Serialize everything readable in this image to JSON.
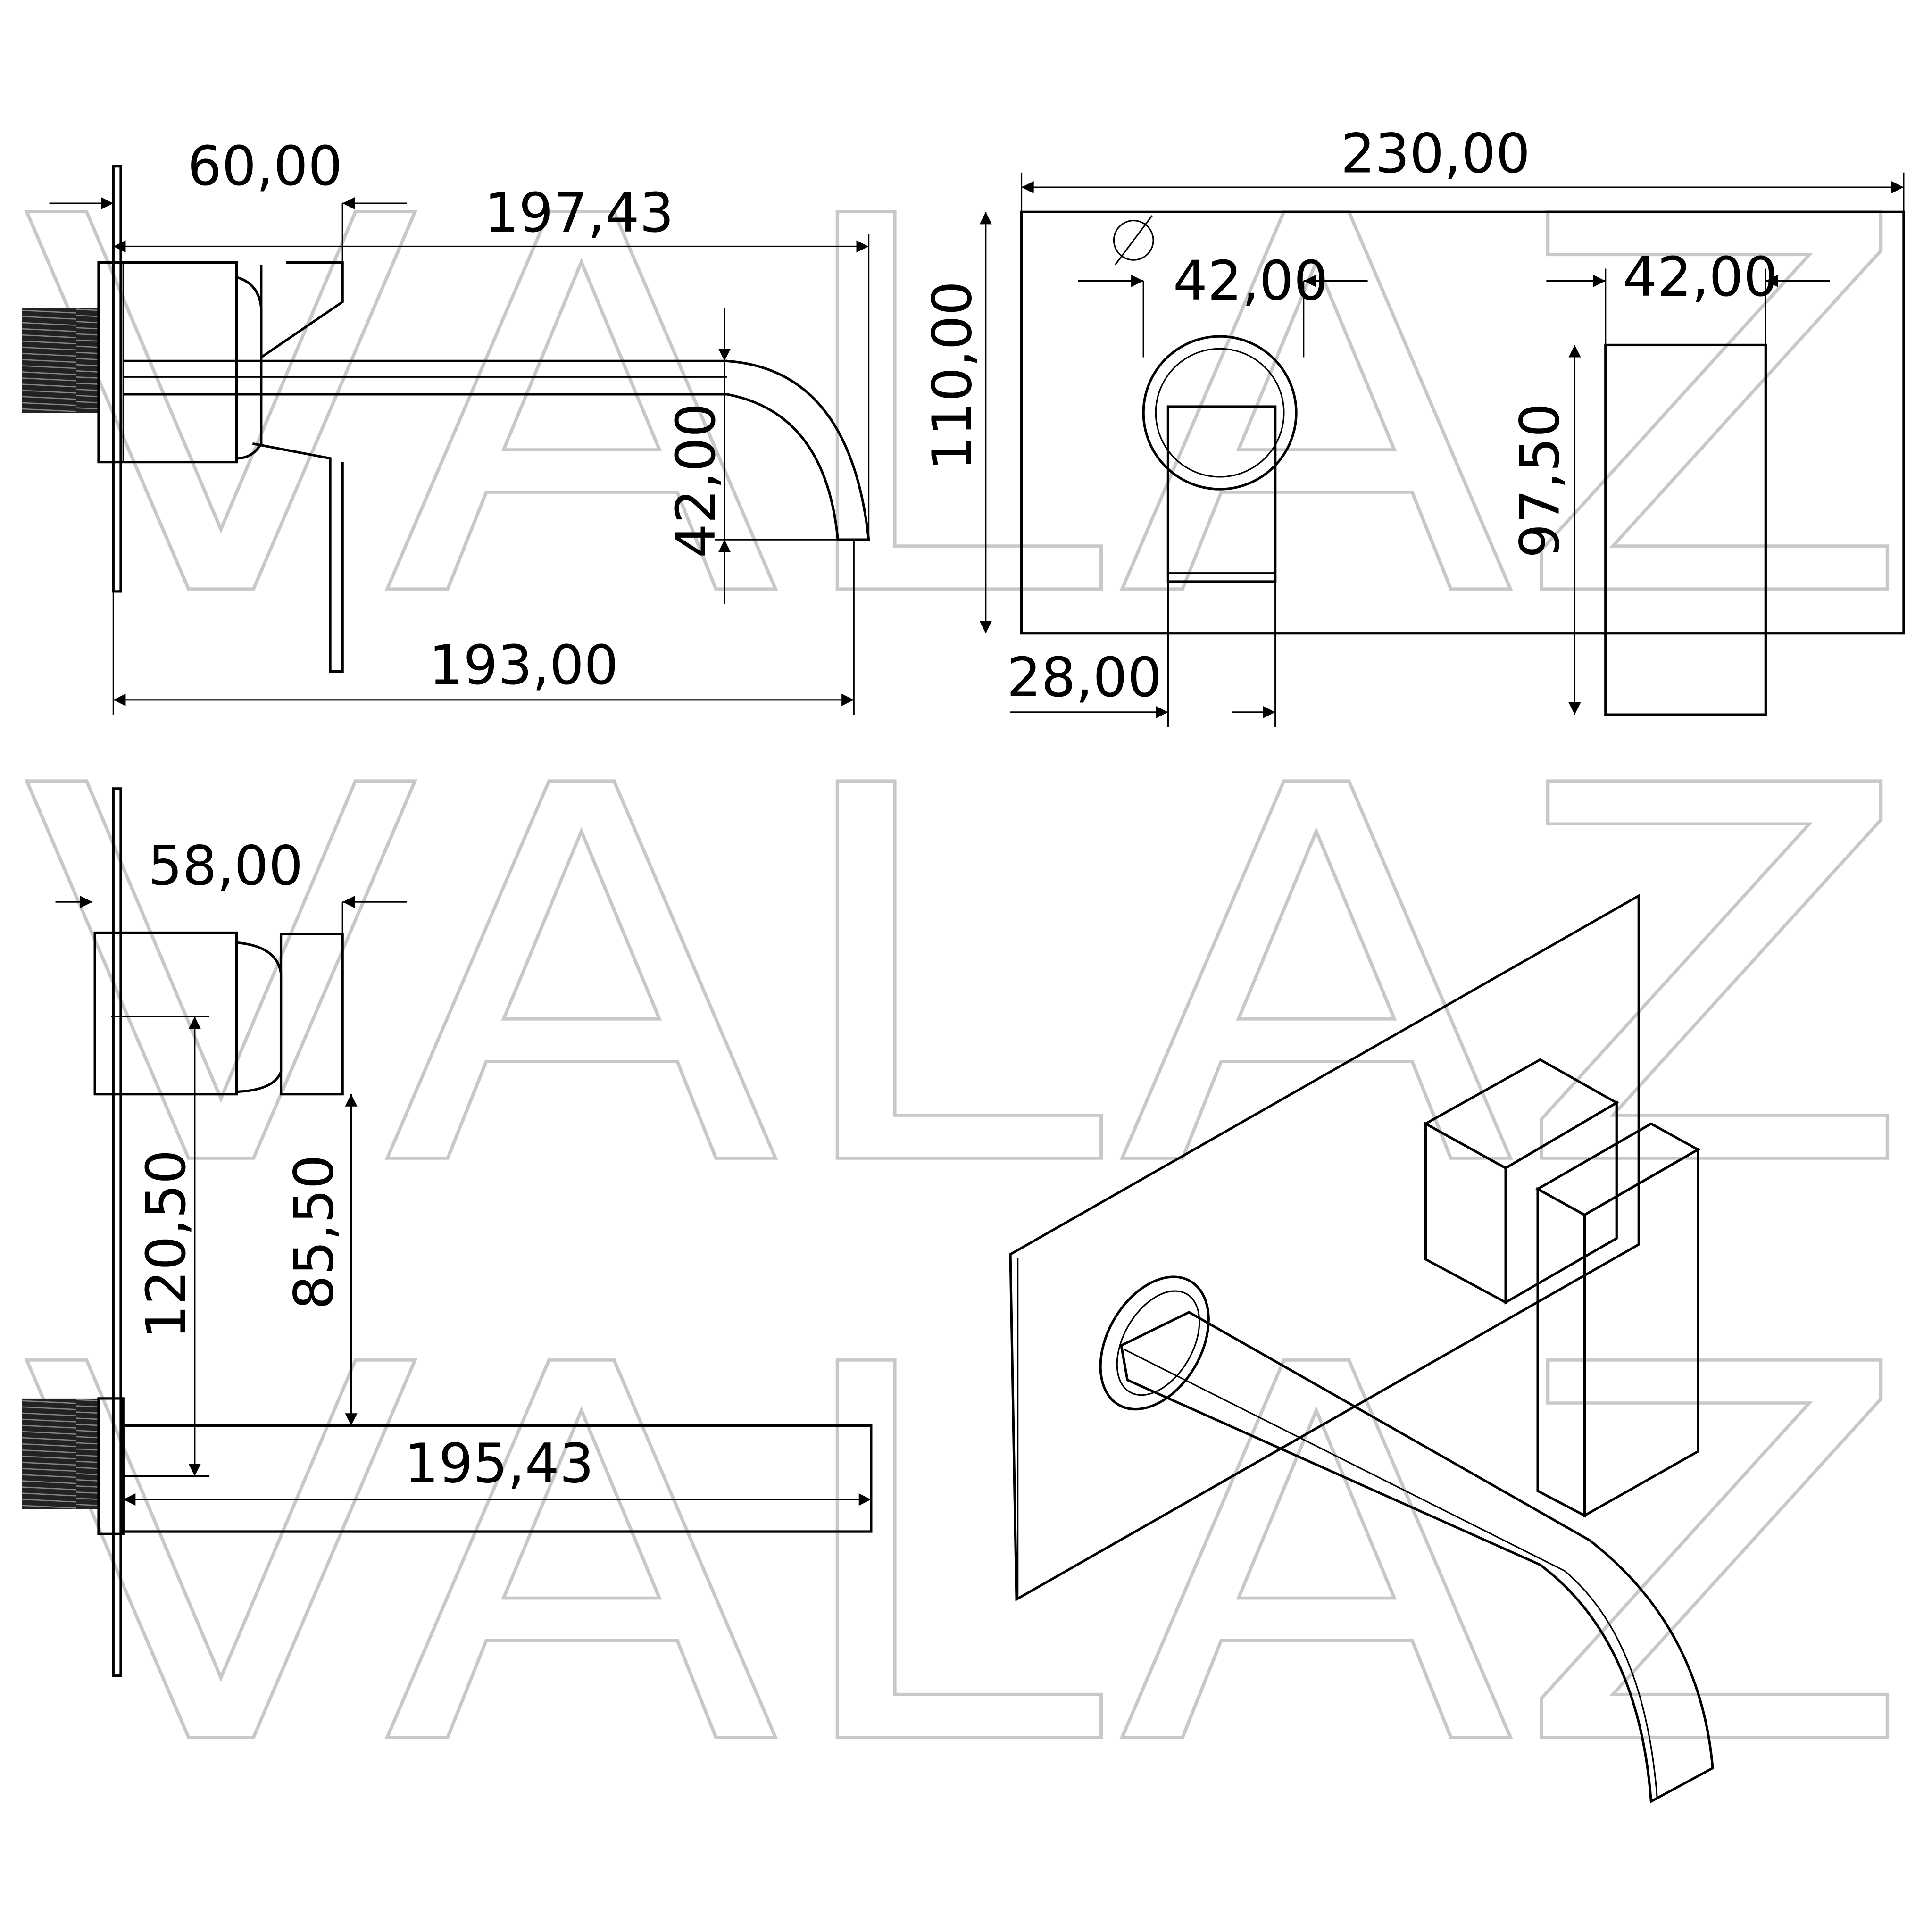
{
  "watermark": {
    "text": "VALAZ",
    "color": "#c8c8c8"
  },
  "side_view": {
    "dim_plate_to_handle": "60,00",
    "dim_total_projection": "197,43",
    "dim_spout_height": "42,00",
    "dim_projection_base": "193,00"
  },
  "front_view": {
    "dim_plate_width": "230,00",
    "dim_plate_height": "110,00",
    "dim_diameter": "42,00",
    "dim_handle_width": "42,00",
    "dim_handle_height": "97,50",
    "dim_lever_width": "28,00"
  },
  "top_view": {
    "dim_body_depth": "58,00",
    "dim_axis_distance": "120,50",
    "dim_handle_to_spout": "85,50",
    "dim_spout_length": "195,43"
  }
}
